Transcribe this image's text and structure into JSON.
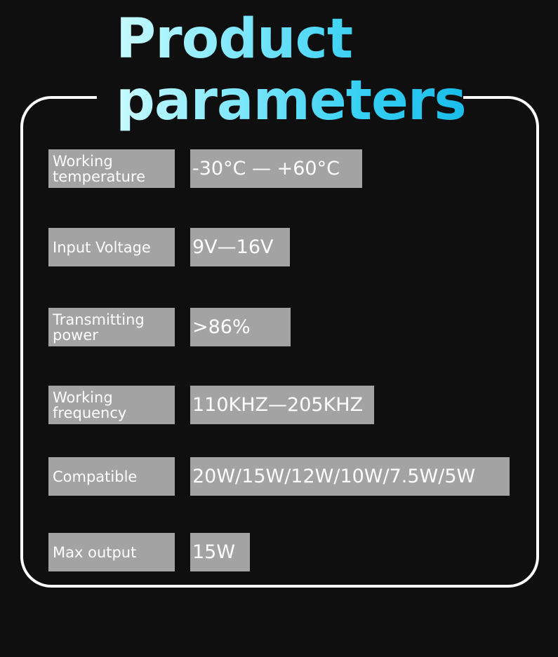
{
  "header": {
    "title_line1": "Product",
    "title_line2": "parameters"
  },
  "params": [
    {
      "label": "Working\ntemperature",
      "value": "-30°C — +60°C"
    },
    {
      "label": "Input Voltage",
      "value": "9V—16V"
    },
    {
      "label": "Transmitting\npower",
      "value": ">86%"
    },
    {
      "label": "Working\nfrequency",
      "value": "110KHZ—205KHZ"
    },
    {
      "label": "Compatible",
      "value": "20W/15W/12W/10W/7.5W/5W"
    },
    {
      "label": "Max output",
      "value": "15W"
    }
  ],
  "colors": {
    "background": "#0f0f10",
    "frame": "#ffffff",
    "cell": "#a3a3a3",
    "title_gradient_start": "#c9fbff",
    "title_gradient_end": "#18bde9"
  }
}
